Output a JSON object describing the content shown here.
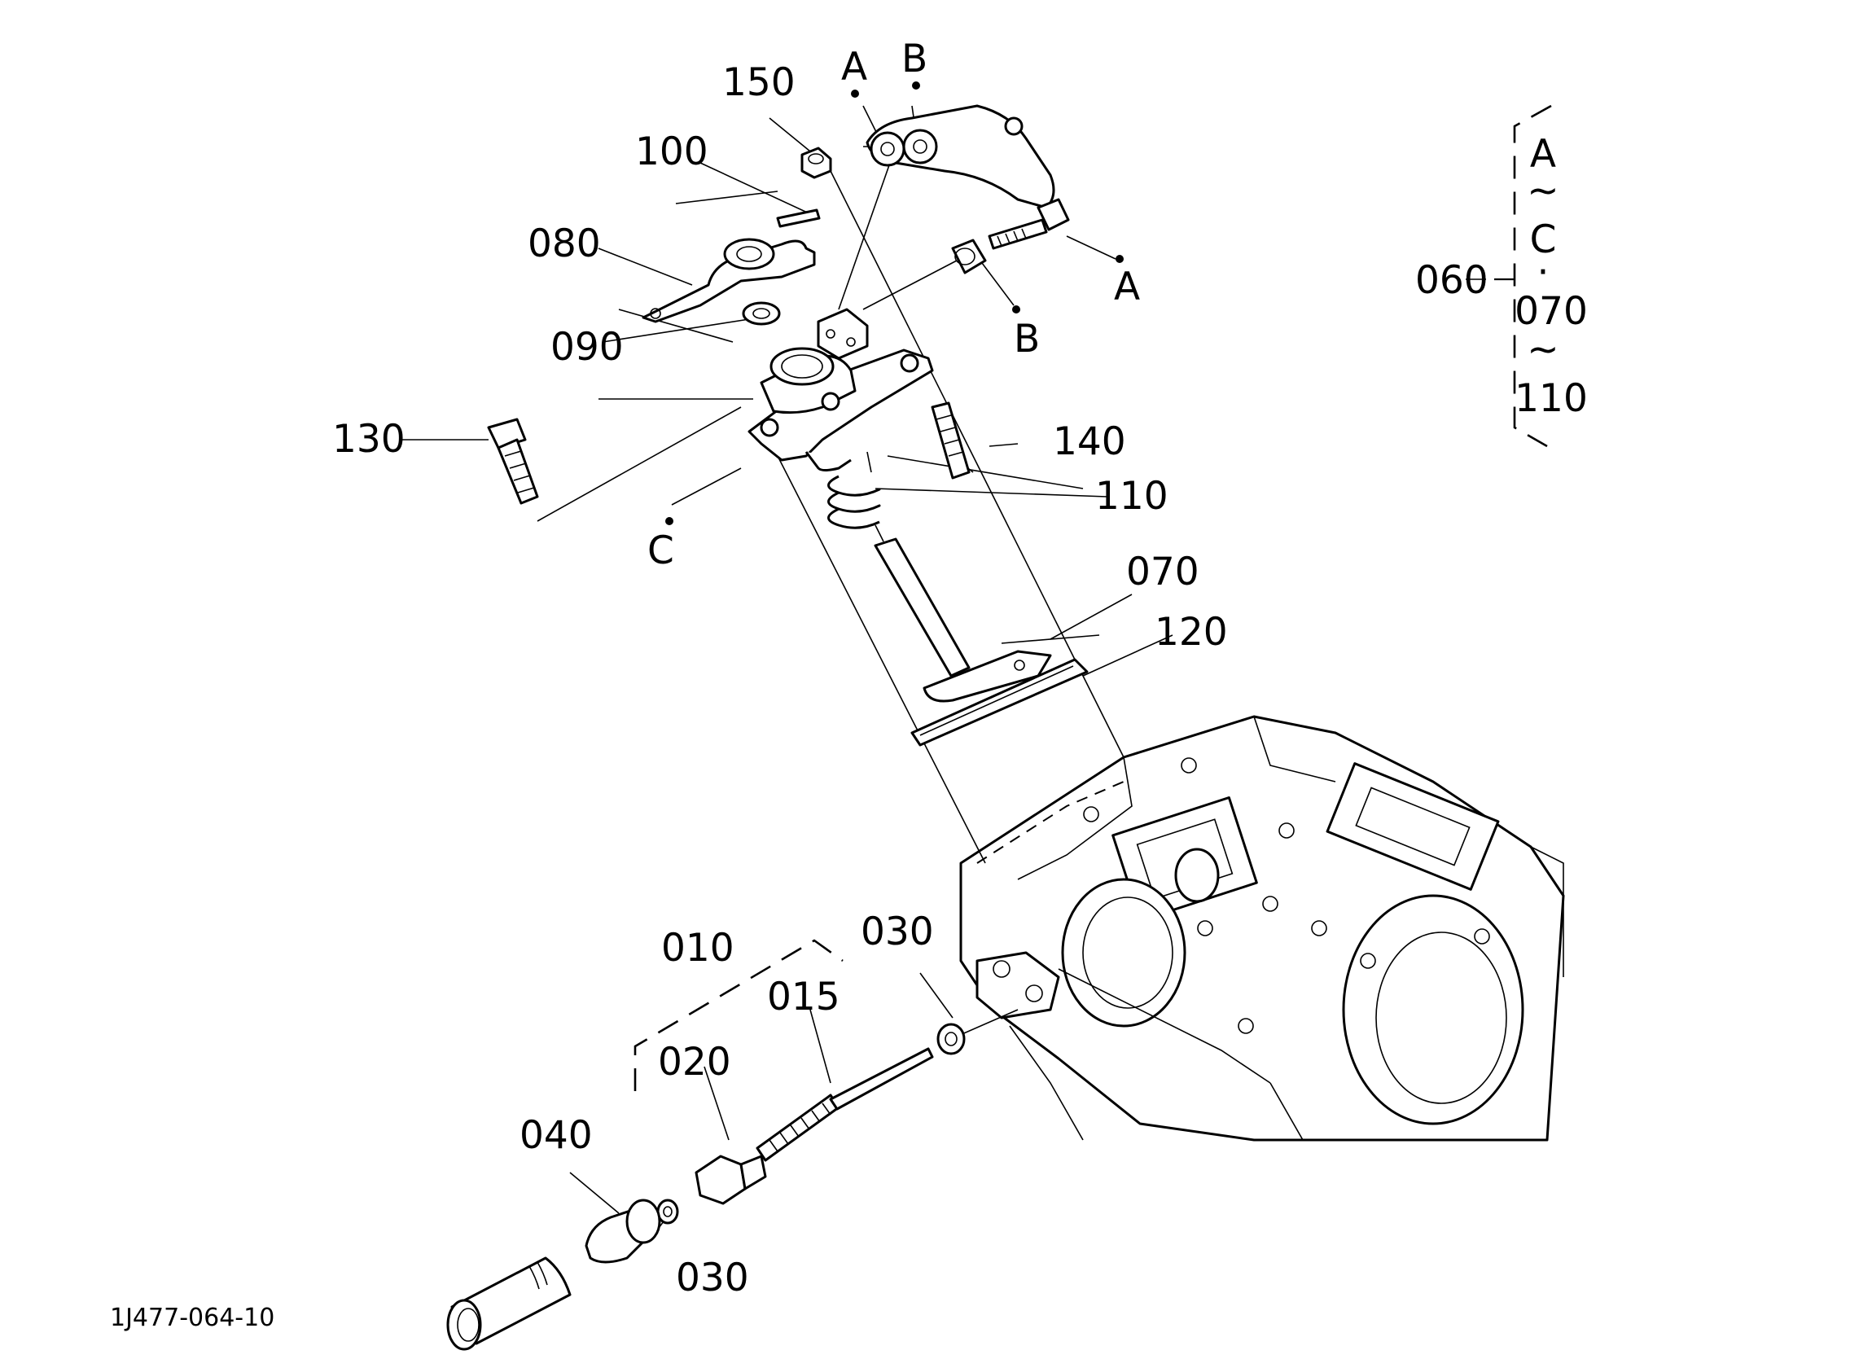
{
  "labels": {
    "p010": "010",
    "p015": "015",
    "p020": "020",
    "p030a": "030",
    "p030b": "030",
    "p040": "040",
    "p060": "060",
    "p070": "070",
    "p080": "080",
    "p090": "090",
    "p100": "100",
    "p110": "110",
    "p120": "120",
    "p130": "130",
    "p140": "140",
    "p150": "150"
  },
  "refs": {
    "a_top": "A",
    "b_top": "B",
    "a_right": "A",
    "b_right": "B",
    "c_left": "C"
  },
  "group": {
    "l1": "A",
    "l2": "~",
    "l3": "C",
    "l4": "·",
    "l5": "070",
    "l6": "~",
    "l7": "110"
  },
  "figure_code": "1J477-064-10"
}
